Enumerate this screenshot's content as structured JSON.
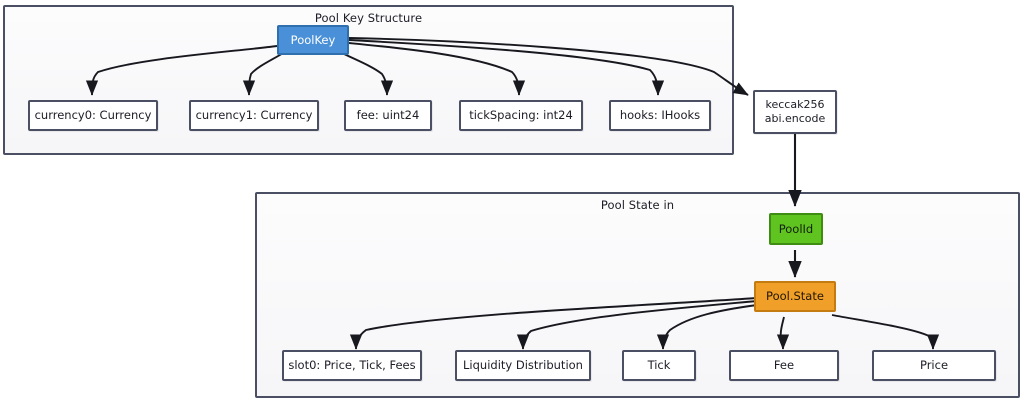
{
  "diagram": {
    "type": "flowchart",
    "title_top": "Pool Key Structure",
    "title_bottom": "Pool State in",
    "colors": {
      "poolkey_fill": "#4a90d9",
      "poolkey_text": "#ffffff",
      "poolid_fill": "#5fc420",
      "poolstate_fill": "#f0a029",
      "node_border": "#4b4f63",
      "node_fill": "#ffffff",
      "cluster_fill": "#f7f7f9",
      "edge_stroke": "#18181f"
    },
    "clusters": [
      {
        "id": "cluster-pool-key",
        "label": "Pool Key Structure"
      },
      {
        "id": "cluster-pool-state",
        "label": "Pool State in"
      }
    ],
    "nodes": {
      "poolkey": "PoolKey",
      "currency0": "currency0: Currency",
      "currency1": "currency1: Currency",
      "fee": "fee: uint24",
      "tickspacing": "tickSpacing: int24",
      "hooks": "hooks: IHooks",
      "keccak": "keccak256\nabi.encode",
      "keccak_line1": "keccak256",
      "keccak_line2": "abi.encode",
      "poolid": "PoolId",
      "poolstate": "Pool.State",
      "slot0": "slot0: Price, Tick, Fees",
      "liquidity": "Liquidity Distribution",
      "tick": "Tick",
      "feeNode": "Fee",
      "price": "Price"
    },
    "edges": [
      {
        "from": "poolkey",
        "to": "currency0"
      },
      {
        "from": "poolkey",
        "to": "currency1"
      },
      {
        "from": "poolkey",
        "to": "fee"
      },
      {
        "from": "poolkey",
        "to": "tickspacing"
      },
      {
        "from": "poolkey",
        "to": "hooks"
      },
      {
        "from": "poolkey",
        "to": "keccak"
      },
      {
        "from": "keccak",
        "to": "poolid"
      },
      {
        "from": "poolid",
        "to": "poolstate"
      },
      {
        "from": "poolstate",
        "to": "slot0"
      },
      {
        "from": "poolstate",
        "to": "liquidity"
      },
      {
        "from": "poolstate",
        "to": "tick"
      },
      {
        "from": "poolstate",
        "to": "feeNode"
      },
      {
        "from": "poolstate",
        "to": "price"
      }
    ]
  }
}
